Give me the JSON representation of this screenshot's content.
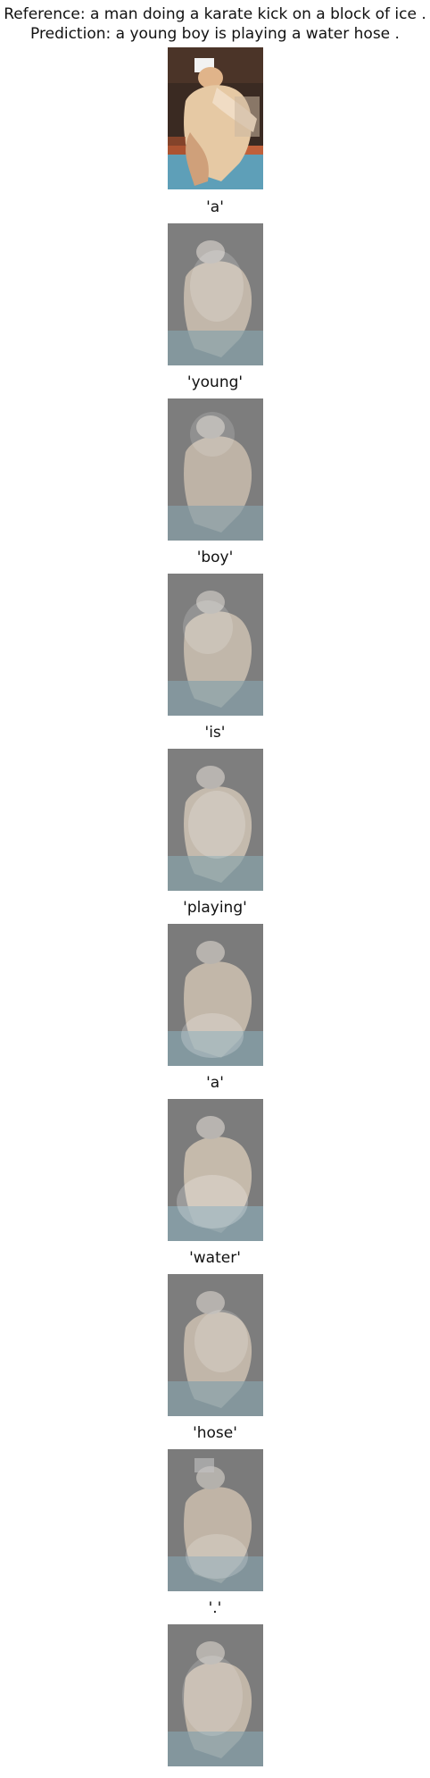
{
  "header": {
    "reference": "Reference: a man doing a karate kick on a block of ice .",
    "prediction": "Prediction: a young boy is playing a water hose ."
  },
  "panels": [
    {
      "label": "'a'",
      "focus": 0.55
    },
    {
      "label": "'young'",
      "focus": 0.35
    },
    {
      "label": "'boy'",
      "focus": 0.4
    },
    {
      "label": "'is'",
      "focus": 0.5
    },
    {
      "label": "'playing'",
      "focus": 0.75
    },
    {
      "label": "'a'",
      "focus": 0.6
    },
    {
      "label": "'water'",
      "focus": 0.45
    },
    {
      "label": "'hose'",
      "focus": 0.55
    },
    {
      "label": "'.'",
      "focus": 0.5
    }
  ],
  "colors": {
    "background": "#ffffff",
    "text": "#111111",
    "overlay": "#9a9a9a"
  }
}
